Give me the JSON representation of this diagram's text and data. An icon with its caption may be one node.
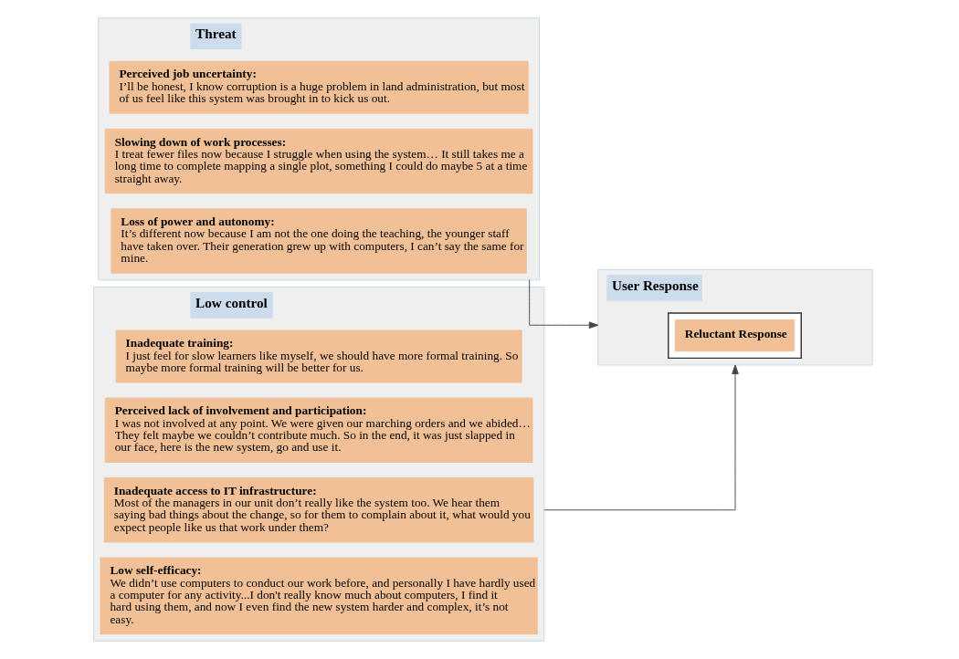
{
  "diagram": {
    "nodes": [
      {
        "text": [
          "Threat"
        ]
      },
      {
        "text": [
          "Perceived job uncertainty:",
          "I’ll be honest, I know corruption is a huge problem in land administration, but most of us feel like this system was brought in to kick us out."
        ],
        "in": 0
      },
      {
        "text": [
          "Slowing down of work processes:",
          "I treat fewer files now because I struggle when using the system… It still takes me a long time to complete mapping a single plot, something I could do maybe 5 at a time straight away."
        ],
        "in": 0
      },
      {
        "text": [
          "Loss of power and autonomy:",
          "It’s different now because I am not the one doing the teaching, the younger staff have taken over. Their generation grew up with computers, I can’t say the same for mine."
        ],
        "in": 0
      },
      {
        "text": [
          "Low control"
        ]
      },
      {
        "text": [
          "Inadequate training:",
          "I just feel for slow learners like myself, we should have more formal training. So maybe more formal training will be better for us."
        ],
        "in": 4
      },
      {
        "text": [
          "Perceived lack of involvement and participation:",
          "I was not involved at any point. We were given our marching orders and we abided… They felt maybe we couldn’t contribute much. So in the end, it was just slapped in our face, here is the new system, go and use it."
        ],
        "in": 4
      },
      {
        "text": [
          "Inadequate access to IT infrastructure:",
          "Most of the managers in our unit don’t really like the system too. We hear them saying bad things about the change, so for them to complain about it, what would you expect people like us that work under them?"
        ],
        "in": 4
      },
      {
        "text": [
          "Low self-efficacy:",
          "We didn’t use computers to conduct our work before, and personally I have hardly used a computer for any activity...I don't really know much about computers, I find it hard using them, and now I even find the new system harder and complex, it’s not easy."
        ],
        "in": 4
      },
      {
        "text": [
          "User Response"
        ]
      },
      {
        "text": [],
        "shape": "box",
        "in": 9
      },
      {
        "text": [
          "Reluctant Response"
        ],
        "in": 10
      }
    ],
    "edges": [
      {
        "from": 0,
        "to": 9,
        "arrow": "to"
      },
      {
        "from": 4,
        "to": 9,
        "arrow": "to"
      }
    ]
  }
}
